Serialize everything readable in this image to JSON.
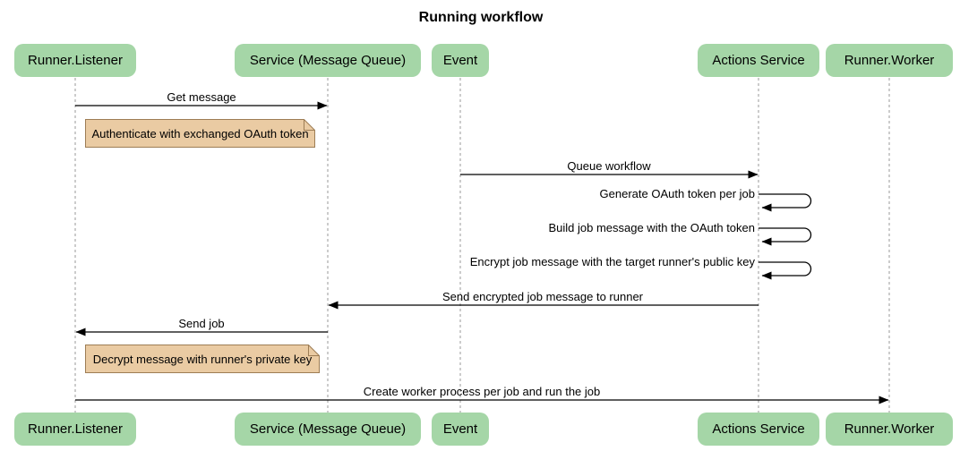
{
  "title": "Running workflow",
  "diagram_type": "sequence",
  "participants": [
    {
      "id": "runner-listener",
      "label": "Runner.Listener"
    },
    {
      "id": "service-message-queue",
      "label": "Service (Message Queue)"
    },
    {
      "id": "event",
      "label": "Event"
    },
    {
      "id": "actions-service",
      "label": "Actions Service"
    },
    {
      "id": "runner-worker",
      "label": "Runner.Worker"
    }
  ],
  "messages": [
    {
      "type": "arrow",
      "from": "Runner.Listener",
      "to": "Service (Message Queue)",
      "label": "Get message"
    },
    {
      "type": "note",
      "over": "Runner.Listener",
      "label": "Authenticate with exchanged OAuth token"
    },
    {
      "type": "arrow",
      "from": "Event",
      "to": "Actions Service",
      "label": "Queue workflow"
    },
    {
      "type": "self",
      "from": "Actions Service",
      "to": "Actions Service",
      "label": "Generate OAuth token per job"
    },
    {
      "type": "self",
      "from": "Actions Service",
      "to": "Actions Service",
      "label": "Build job message with the OAuth token"
    },
    {
      "type": "self",
      "from": "Actions Service",
      "to": "Actions Service",
      "label": "Encrypt job message with the target runner's public key"
    },
    {
      "type": "arrow",
      "from": "Actions Service",
      "to": "Service (Message Queue)",
      "label": "Send encrypted job message to runner"
    },
    {
      "type": "arrow",
      "from": "Service (Message Queue)",
      "to": "Runner.Listener",
      "label": "Send job"
    },
    {
      "type": "note",
      "over": "Runner.Listener",
      "label": "Decrypt message with runner's private key"
    },
    {
      "type": "arrow",
      "from": "Runner.Listener",
      "to": "Runner.Worker",
      "label": "Create worker process per job and run the job"
    }
  ],
  "colors": {
    "actor_fill": "#A5D6A7",
    "note_fill": "#EACBA3",
    "note_border": "#9D7D55",
    "lifeline": "#999999",
    "arrow": "#000000",
    "text": "#000000",
    "background": "#FFFFFF"
  }
}
